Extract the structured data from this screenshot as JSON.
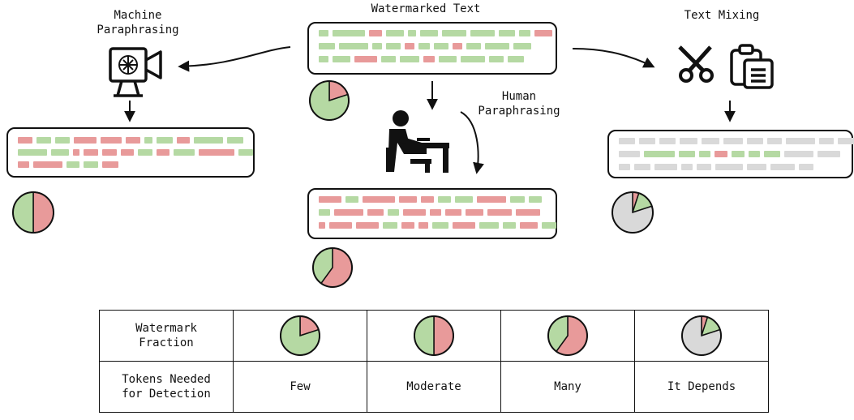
{
  "labels": {
    "watermarked_text": "Watermarked Text",
    "machine_paraphrasing": "Machine\nParaphrasing",
    "text_mixing": "Text Mixing",
    "human_paraphrasing": "Human\nParaphrasing"
  },
  "icons": {
    "machine": "chatbot-camera-icon",
    "human": "person-writing-icon",
    "scissors": "scissors-icon",
    "clipboard": "clipboard-icon"
  },
  "colors": {
    "green": "#b5d9a3",
    "red": "#e89a9a",
    "gray": "#d9d9d9",
    "outline": "#111111"
  },
  "pies": {
    "watermarked": [
      {
        "color": "red",
        "value": 0.2
      },
      {
        "color": "green",
        "value": 0.8
      }
    ],
    "machine": [
      {
        "color": "red",
        "value": 0.5
      },
      {
        "color": "green",
        "value": 0.5
      }
    ],
    "human": [
      {
        "color": "red",
        "value": 0.6
      },
      {
        "color": "green",
        "value": 0.4
      }
    ],
    "mixing": [
      {
        "color": "red",
        "value": 0.05
      },
      {
        "color": "green",
        "value": 0.15
      },
      {
        "color": "gray",
        "value": 0.8
      }
    ]
  },
  "table": {
    "row1_header": "Watermark\nFraction",
    "row2_header": "Tokens Needed\nfor Detection",
    "columns": [
      {
        "detection": "Few",
        "pie": [
          {
            "color": "red",
            "value": 0.2
          },
          {
            "color": "green",
            "value": 0.8
          }
        ]
      },
      {
        "detection": "Moderate",
        "pie": [
          {
            "color": "red",
            "value": 0.5
          },
          {
            "color": "green",
            "value": 0.5
          }
        ]
      },
      {
        "detection": "Many",
        "pie": [
          {
            "color": "red",
            "value": 0.6
          },
          {
            "color": "green",
            "value": 0.4
          }
        ]
      },
      {
        "detection": "It Depends",
        "pie": [
          {
            "color": "red",
            "value": 0.05
          },
          {
            "color": "green",
            "value": 0.15
          },
          {
            "color": "gray",
            "value": 0.8
          }
        ]
      }
    ]
  }
}
